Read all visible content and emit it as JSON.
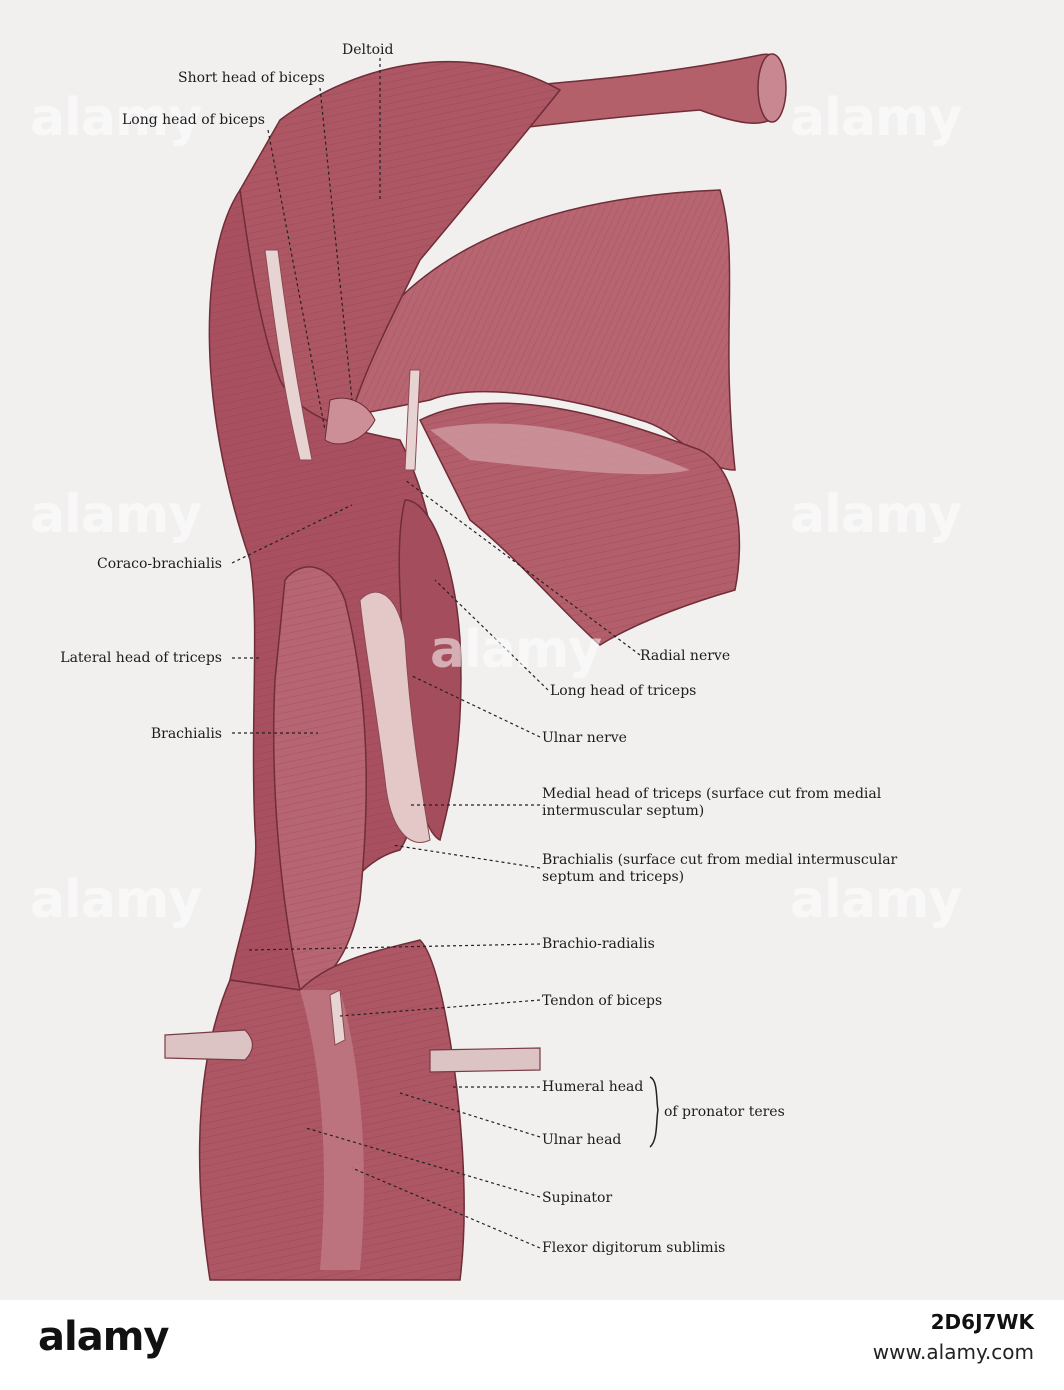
{
  "labels": {
    "deltoid": "Deltoid",
    "short_head_biceps": "Short head of biceps",
    "long_head_biceps": "Long head of biceps",
    "coraco_brachialis": "Coraco-brachialis",
    "lateral_head_triceps": "Lateral head of triceps",
    "brachialis": "Brachialis",
    "radial_nerve": "Radial nerve",
    "long_head_triceps": "Long head of triceps",
    "ulnar_nerve": "Ulnar nerve",
    "medial_head_triceps": "Medial head of triceps (surface cut from medial intermuscular septum)",
    "brachialis_cut": "Brachialis (surface cut from medial intermuscular septum and triceps)",
    "brachio_radialis": "Brachio-radialis",
    "tendon_biceps": "Tendon of biceps",
    "humeral_head": "Humeral head",
    "ulnar_head": "Ulnar head",
    "of_pronator_teres": "of pronator teres",
    "supinator": "Supinator",
    "flexor_digitorum": "Flexor digitorum sublimis"
  },
  "watermark": "alamy",
  "footer": {
    "logo": "alamy",
    "image_id": "2D6J7WK",
    "url": "www.alamy.com"
  },
  "colors": {
    "muscle": "#b05a66",
    "muscle_dark": "#8c3d4a",
    "muscle_light": "#d59aa2",
    "tendon": "#e6cfcf",
    "background": "#f2f0ef"
  }
}
